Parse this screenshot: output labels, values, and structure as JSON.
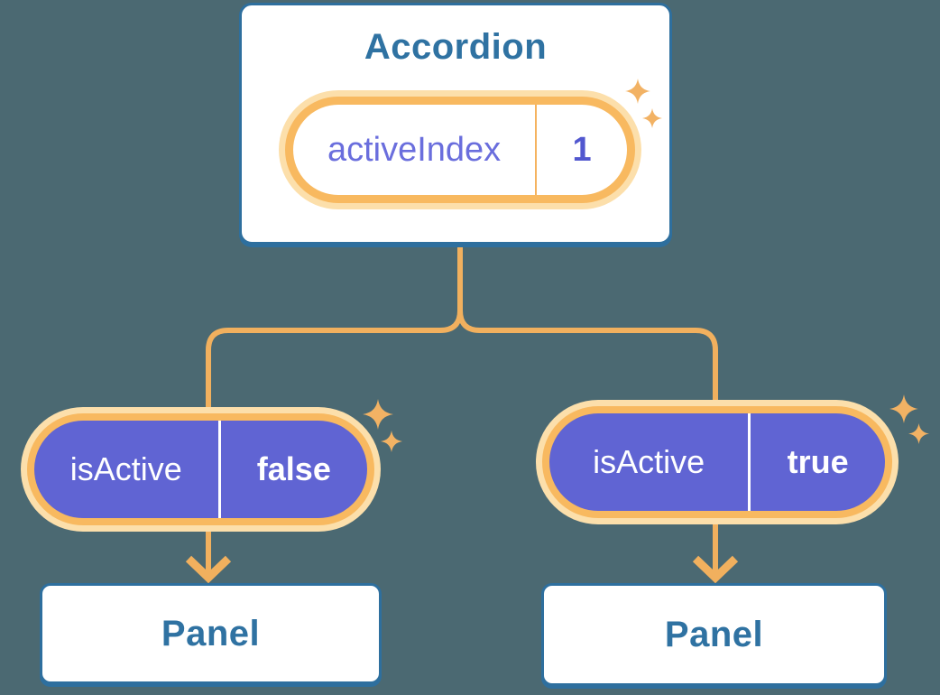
{
  "colors": {
    "background": "#4b6972",
    "card_fill": "#ffffff",
    "card_border_blue": "#2e6f9e",
    "card_text_blue": "#2f72a2",
    "connector_orange": "#f1b05e",
    "pill_ring_orange": "#f8b960",
    "pill_glow_cream": "#fcdfab",
    "pill_divider_orange": "#f5b35f",
    "prop_pill_purple": "#6064d3",
    "state_label_purple": "#6a6edd",
    "state_value_indigo": "#5157cf",
    "sparkle_orange": "#f2b264",
    "white_text": "#ffffff"
  },
  "icons": {
    "sparkle": "four-point-star",
    "arrow": "chevron-down-arrow"
  },
  "diagram": {
    "parent": {
      "title": "Accordion",
      "state": {
        "label": "activeIndex",
        "value": "1"
      }
    },
    "left_branch": {
      "prop": {
        "label": "isActive",
        "value": "false"
      },
      "child": {
        "title": "Panel"
      }
    },
    "right_branch": {
      "prop": {
        "label": "isActive",
        "value": "true"
      },
      "child": {
        "title": "Panel"
      }
    }
  }
}
